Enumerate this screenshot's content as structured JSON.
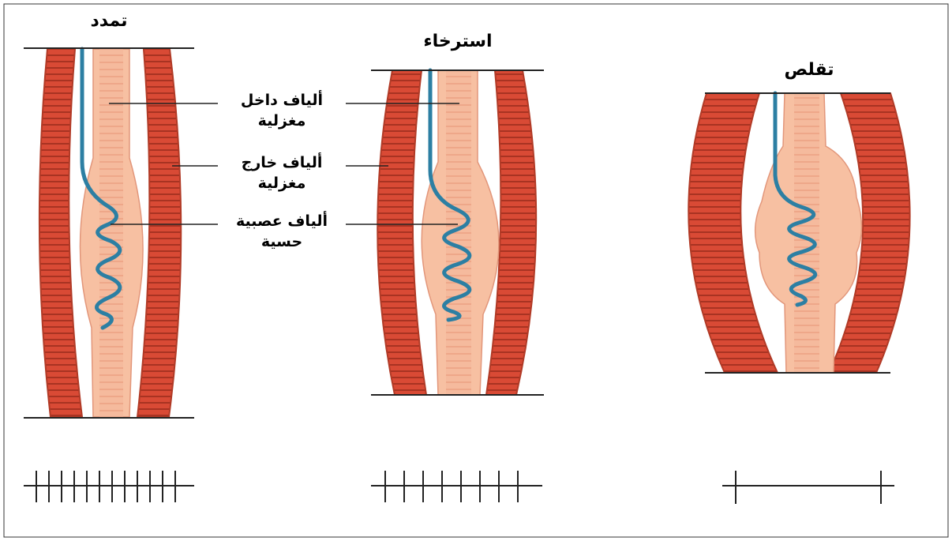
{
  "states": [
    {
      "title": "تمدد"
    },
    {
      "title": "استرخاء"
    },
    {
      "title": "تقلص"
    }
  ],
  "labels": [
    {
      "line1": "ألياف داخل",
      "line2": "مغزلية"
    },
    {
      "line1": "ألياف خارج",
      "line2": "مغزلية"
    },
    {
      "line1": "ألياف عصبية",
      "line2": "حسية"
    }
  ],
  "colors": {
    "muscle": "#d94a35",
    "muscle_dark": "#a83322",
    "spindle": "#f7c0a2",
    "spindle_core": "#f1a78a",
    "nerve": "#2c7fa3",
    "line": "#222222"
  }
}
